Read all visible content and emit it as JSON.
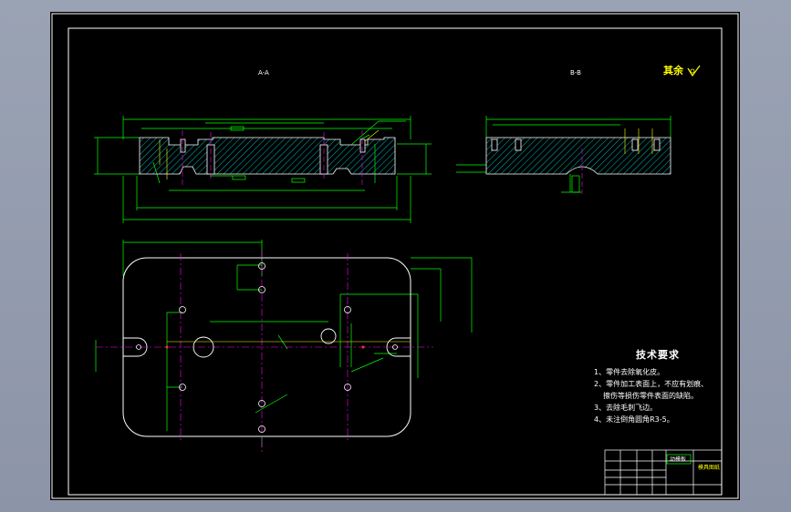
{
  "drawing": {
    "section_a_label": "A-A",
    "section_b_label": "B-B",
    "roughness_note": "其余",
    "tech_requirements": {
      "title": "技术要求",
      "items": [
        "1、零件去除氧化皮。",
        "2、零件加工表面上，不应有划痕、",
        "擦伤等损伤零件表面的缺陷。",
        "3、去除毛刺飞边。",
        "4、未注倒角圆角R3-5。"
      ]
    },
    "title_block": {
      "part_name": "动模板",
      "drawing_no": "模具图纸"
    }
  },
  "colors": {
    "background": "#000000",
    "outline": "#ffffff",
    "dimension": "#00ff00",
    "hatch": "#00c0c0",
    "centerline": "#ff00ff",
    "annotation": "#ffff00",
    "hole": "#ff3030"
  }
}
